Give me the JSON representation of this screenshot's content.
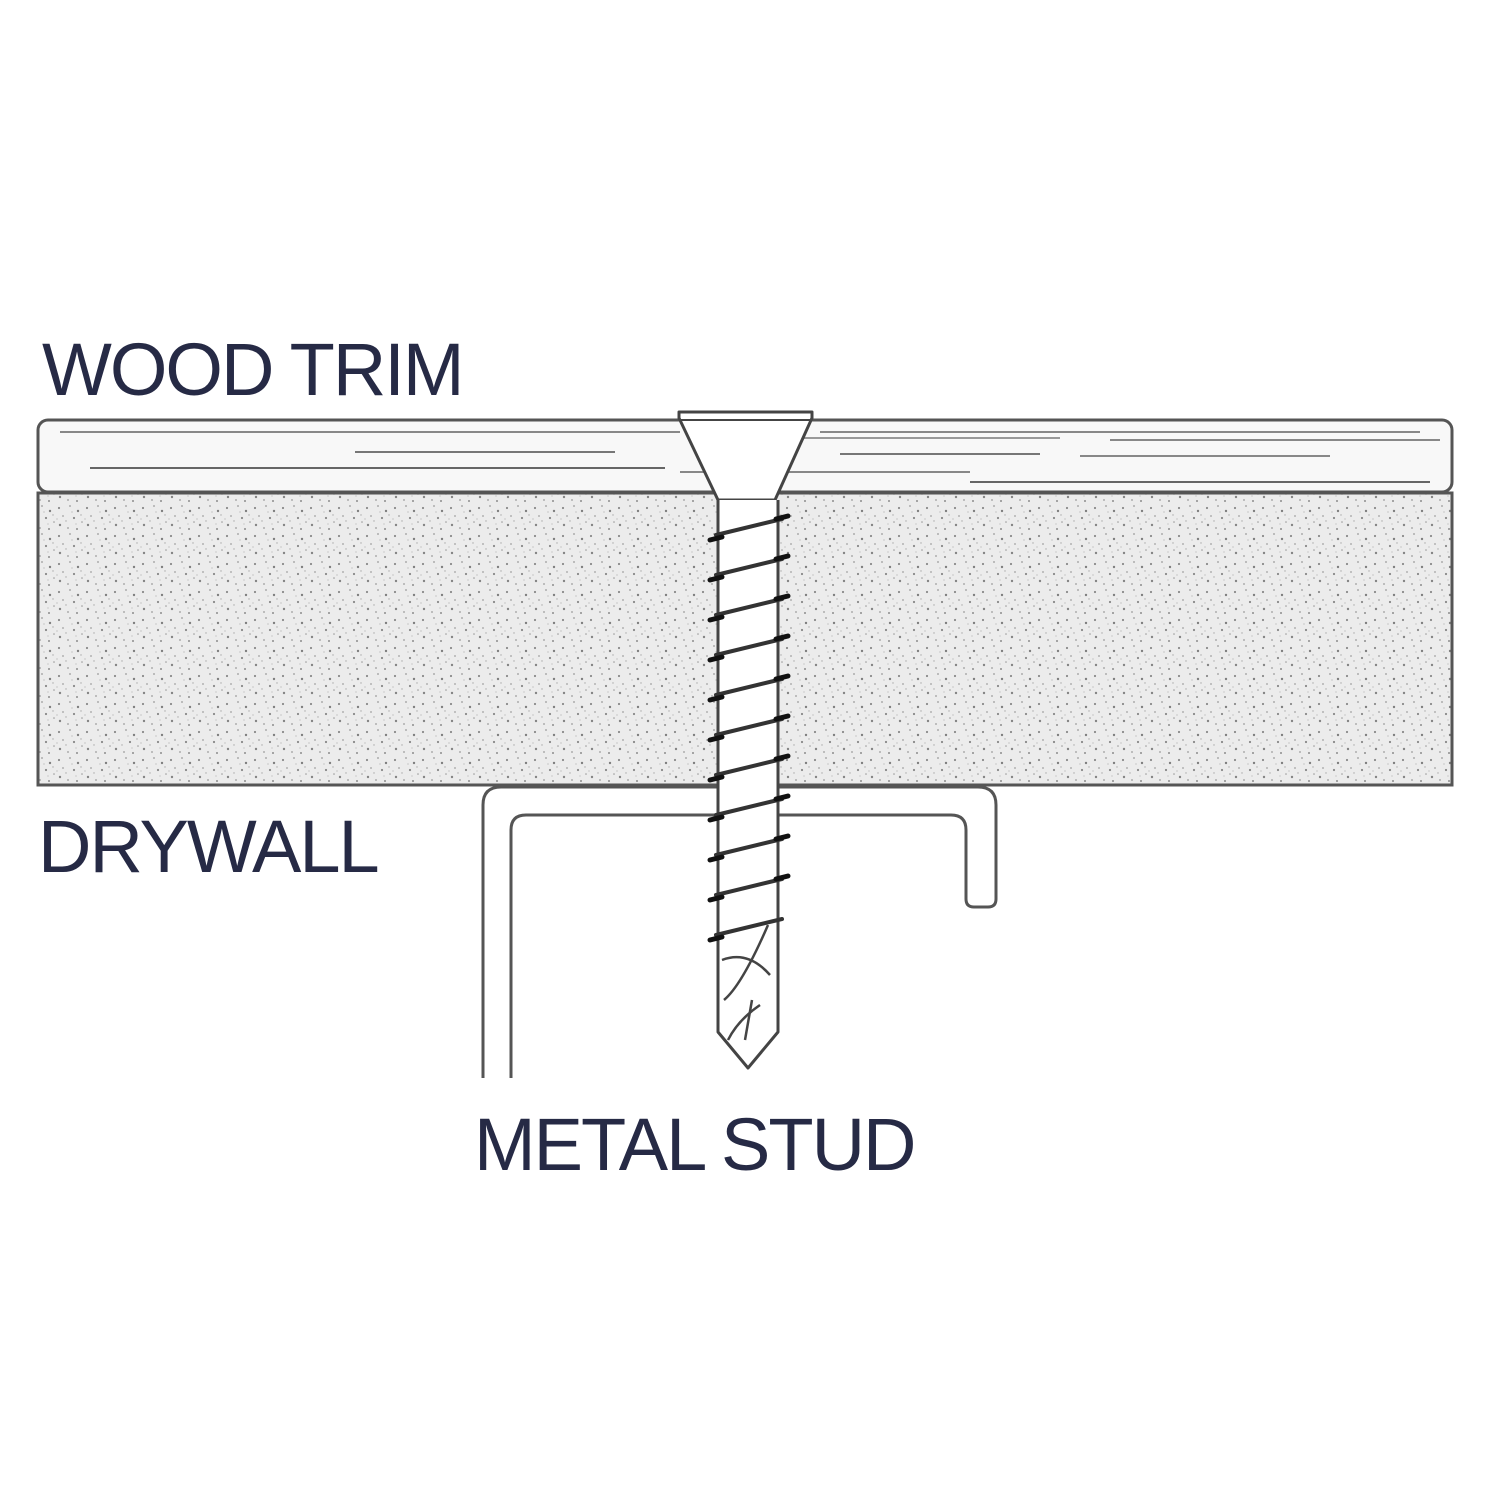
{
  "labels": {
    "wood_trim": "WOOD TRIM",
    "drywall": "DRYWALL",
    "metal_stud": "METAL STUD"
  },
  "colors": {
    "background": "#ffffff",
    "outline": "#555555",
    "drywall_fill": "#e9e9e9",
    "drywall_speckle": "#8a8a8a",
    "label_text": "#262a45"
  },
  "components": [
    "wood-trim",
    "drywall",
    "screw",
    "metal-stud"
  ]
}
